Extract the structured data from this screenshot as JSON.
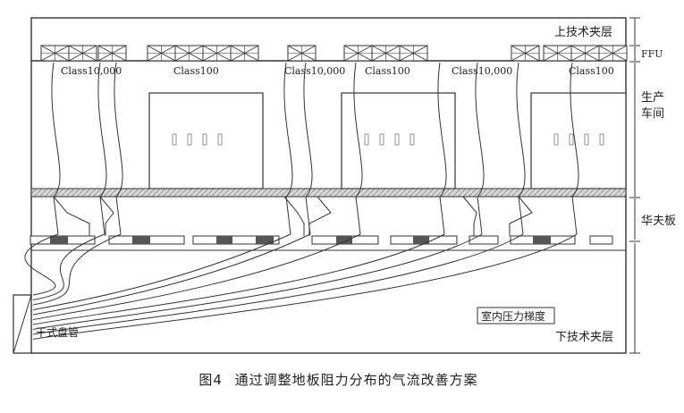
{
  "zones": {
    "upper_interstitial": "上技术夹层",
    "ffu": "FFU",
    "production_area": "生产\n车间",
    "raised_floor": "华夫板",
    "lower_interstitial": "下技术夹层"
  },
  "cleanliness_labels": [
    "Class10,000",
    "Class100",
    "Class10,000",
    "Class100",
    "Class10,000",
    "Class100"
  ],
  "pipe_label": "干式盘管",
  "pressure_label": "室内压力梯度",
  "caption": {
    "number": "图4",
    "title": "通过调整地板阻力分布的气流改善方案"
  }
}
